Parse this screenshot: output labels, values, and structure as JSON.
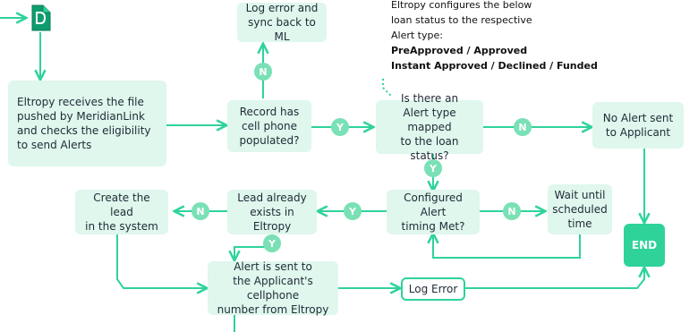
{
  "colors": {
    "accent": "#2fd39a",
    "box_fill": "#dff7ec",
    "badge_fill": "#7ae0b6",
    "text": "#1f2a37"
  },
  "icons": {
    "start": "document-icon"
  },
  "nodes": {
    "receive_file": "Eltropy receives the file\npushed by MeridianLink\nand checks the eligibility\nto send Alerts",
    "log_error_sync": "Log error and\nsync back to ML",
    "cell_phone_check": "Record has\ncell phone\npopulated?",
    "alert_type_check": "Is there an\nAlert type mapped\nto the loan status?",
    "no_alert": "No Alert sent\nto Applicant",
    "create_lead": "Create the lead\nin the system",
    "lead_exists": "Lead already\nexists in Eltropy",
    "timing_check": "Configured Alert\ntiming Met?",
    "wait": "Wait until\nscheduled\ntime",
    "end": "END",
    "alert_sent": "Alert is sent to\nthe Applicant's cellphone\nnumber from Eltropy",
    "log_error": "Log Error"
  },
  "note": {
    "line1": "Eltropy configures the below",
    "line2": "loan status to the respective",
    "line3": "Alert type:",
    "bold1": "PreApproved / Approved",
    "bold2": "Instant Approved / Declined / Funded"
  },
  "badges": {
    "no": "N",
    "yes": "Y"
  }
}
